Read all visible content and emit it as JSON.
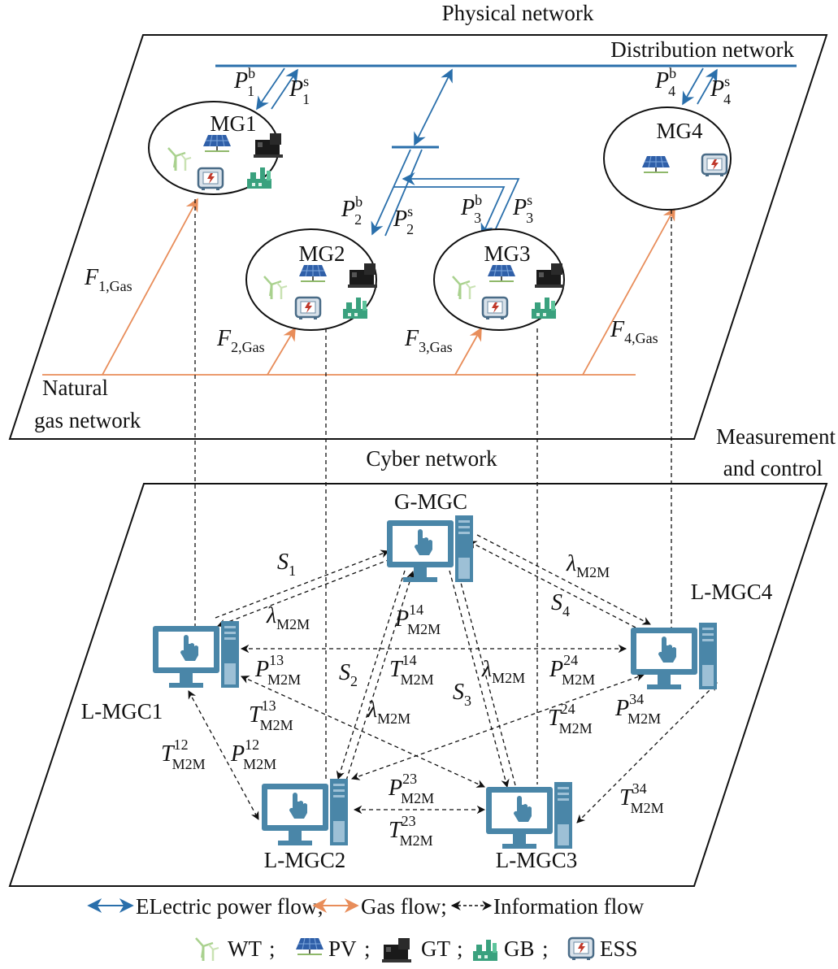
{
  "titles": {
    "physical": "Physical network",
    "distribution": "Distribution network",
    "gas_line1": "Natural",
    "gas_line2": "gas network",
    "cyber": "Cyber network",
    "meas_line1": "Measurement",
    "meas_line2": "and control"
  },
  "microgrids": {
    "mg1": "MG1",
    "mg2": "MG2",
    "mg3": "MG3",
    "mg4": "MG4"
  },
  "power_labels": {
    "p1b": {
      "main": "P",
      "sup": "b",
      "sub": "1"
    },
    "p1s": {
      "main": "P",
      "sup": "s",
      "sub": "1"
    },
    "p2b": {
      "main": "P",
      "sup": "b",
      "sub": "2"
    },
    "p2s": {
      "main": "P",
      "sup": "s",
      "sub": "2"
    },
    "p3b": {
      "main": "P",
      "sup": "b",
      "sub": "3"
    },
    "p3s": {
      "main": "P",
      "sup": "s",
      "sub": "3"
    },
    "p4b": {
      "main": "P",
      "sup": "b",
      "sub": "4"
    },
    "p4s": {
      "main": "P",
      "sup": "s",
      "sub": "4"
    }
  },
  "gas_labels": {
    "f1": {
      "main": "F",
      "sub": "1,Gas"
    },
    "f2": {
      "main": "F",
      "sub": "2,Gas"
    },
    "f3": {
      "main": "F",
      "sub": "3,Gas"
    },
    "f4": {
      "main": "F",
      "sub": "4,Gas"
    }
  },
  "controllers": {
    "gmgc": "G-MGC",
    "lmgc1": "L-MGC1",
    "lmgc2": "L-MGC2",
    "lmgc3": "L-MGC3",
    "lmgc4": "L-MGC4"
  },
  "info_labels": {
    "s1": {
      "main": "S",
      "sub": "1"
    },
    "s2": {
      "main": "S",
      "sub": "2"
    },
    "s3": {
      "main": "S",
      "sub": "3"
    },
    "s4": {
      "main": "S",
      "sub": "4"
    },
    "lam_a": {
      "main": "λ",
      "sub": "M2M"
    },
    "lam_b": {
      "main": "λ",
      "sub": "M2M"
    },
    "lam_c": {
      "main": "λ",
      "sub": "M2M"
    },
    "lam_d": {
      "main": "λ",
      "sub": "M2M"
    },
    "p14": {
      "main": "P",
      "sup": "14",
      "sub": "M2M"
    },
    "t14": {
      "main": "T",
      "sup": "14",
      "sub": "M2M"
    },
    "p13": {
      "main": "P",
      "sup": "13",
      "sub": "M2M"
    },
    "t13": {
      "main": "T",
      "sup": "13",
      "sub": "M2M"
    },
    "p24": {
      "main": "P",
      "sup": "24",
      "sub": "M2M"
    },
    "t24": {
      "main": "T",
      "sup": "24",
      "sub": "M2M"
    },
    "p34": {
      "main": "P",
      "sup": "34",
      "sub": "M2M"
    },
    "t34": {
      "main": "T",
      "sup": "34",
      "sub": "M2M"
    },
    "p12": {
      "main": "P",
      "sup": "12",
      "sub": "M2M"
    },
    "t12": {
      "main": "T",
      "sup": "12",
      "sub": "M2M"
    },
    "p23": {
      "main": "P",
      "sup": "23",
      "sub": "M2M"
    },
    "t23": {
      "main": "T",
      "sup": "23",
      "sub": "M2M"
    }
  },
  "legend": {
    "electric": "ELectric power flow;",
    "gas": "Gas flow;",
    "info": "Information flow",
    "wt": "WT",
    "pv": "PV",
    "gt": "GT",
    "gb": "GB",
    "ess": "ESS",
    "sep": ";"
  },
  "colors": {
    "electric": "#2a6fab",
    "gas": "#e88d5a",
    "info": "#111111",
    "computer": "#4a86a8",
    "wt": "#a9d18e",
    "pv": "#2f5fa8",
    "gt": "#1a1a1a",
    "gb": "#3aa17e"
  }
}
